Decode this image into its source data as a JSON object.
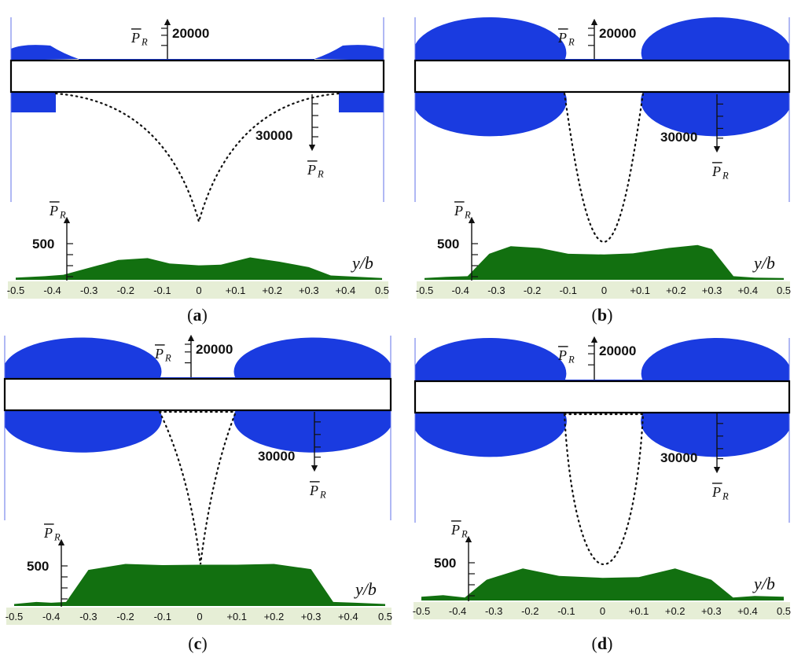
{
  "axis_labels": {
    "pr_symbol": "P",
    "pr_subscript": "R",
    "yb_label": "y/b"
  },
  "panels": [
    {
      "id": "a",
      "caption_letter": "a",
      "upper_scale": "20000",
      "lower_scale": "30000",
      "bottom_scale": "500",
      "ticks": [
        "-0.5",
        "-0.4",
        "-0.3",
        "-0.2",
        "-0.1",
        "0",
        "+0.1",
        "+0.2",
        "+0.3",
        "+0.4",
        "0.5"
      ]
    },
    {
      "id": "b",
      "caption_letter": "b",
      "upper_scale": "20000",
      "lower_scale": "30000",
      "bottom_scale": "500",
      "ticks": [
        "-0.5",
        "-0.4",
        "-0.3",
        "-0.2",
        "-0.1",
        "0",
        "+0.1",
        "+0.2",
        "+0.3",
        "+0.4",
        "0.5"
      ]
    },
    {
      "id": "c",
      "caption_letter": "c",
      "upper_scale": "20000",
      "lower_scale": "30000",
      "bottom_scale": "500",
      "ticks": [
        "-0.5",
        "-0.4",
        "-0.3",
        "-0.2",
        "-0.1",
        "0",
        "+0.1",
        "+0.2",
        "+0.3",
        "+0.4",
        "0.5"
      ]
    },
    {
      "id": "d",
      "caption_letter": "d",
      "upper_scale": "20000",
      "lower_scale": "30000",
      "bottom_scale": "500",
      "ticks": [
        "-0.5",
        "-0.4",
        "-0.3",
        "-0.2",
        "-0.1",
        "0",
        "+0.1",
        "+0.2",
        "+0.3",
        "+0.4",
        "0.5"
      ]
    }
  ],
  "colors": {
    "upper_lower_fill": "#1a3be0",
    "bottom_fill": "#127010",
    "band": "#e6eed6"
  }
}
